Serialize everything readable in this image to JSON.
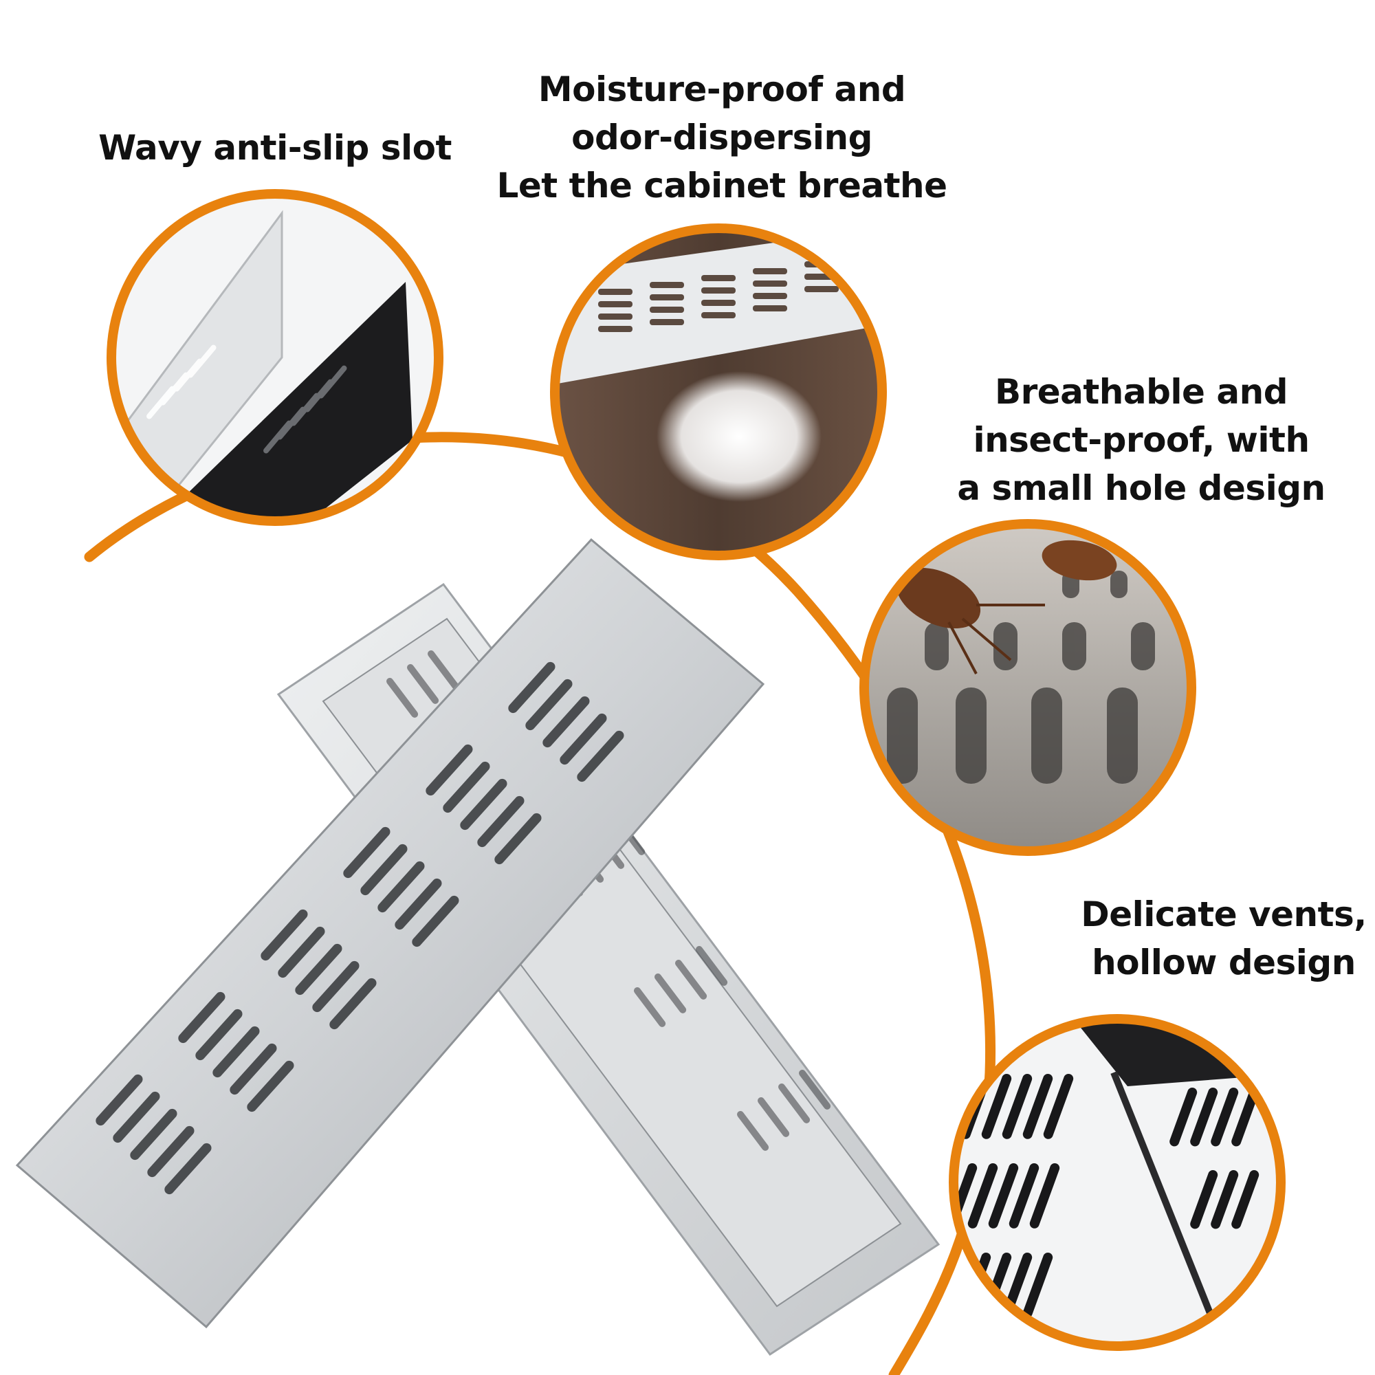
{
  "captions": {
    "anti_slip": {
      "line1": "Wavy anti-slip slot"
    },
    "moisture": {
      "line1": "Moisture-proof and",
      "line2": "odor-dispersing",
      "line3": "Let the cabinet breathe"
    },
    "insect": {
      "line1": "Breathable and",
      "line2": "insect-proof, with",
      "line3": "a small hole design"
    },
    "vents": {
      "line1": "Delicate vents,",
      "line2": "hollow design"
    }
  },
  "colors": {
    "accent_orange": "#e8820e",
    "metal_silver": "#d9dbdd",
    "metal_black": "#1c1c1e",
    "wood_brown": "#5a4538"
  },
  "icons": [
    "vent-grille-detail",
    "airflow-cloud",
    "cockroach",
    "vent-slot-closeup"
  ]
}
